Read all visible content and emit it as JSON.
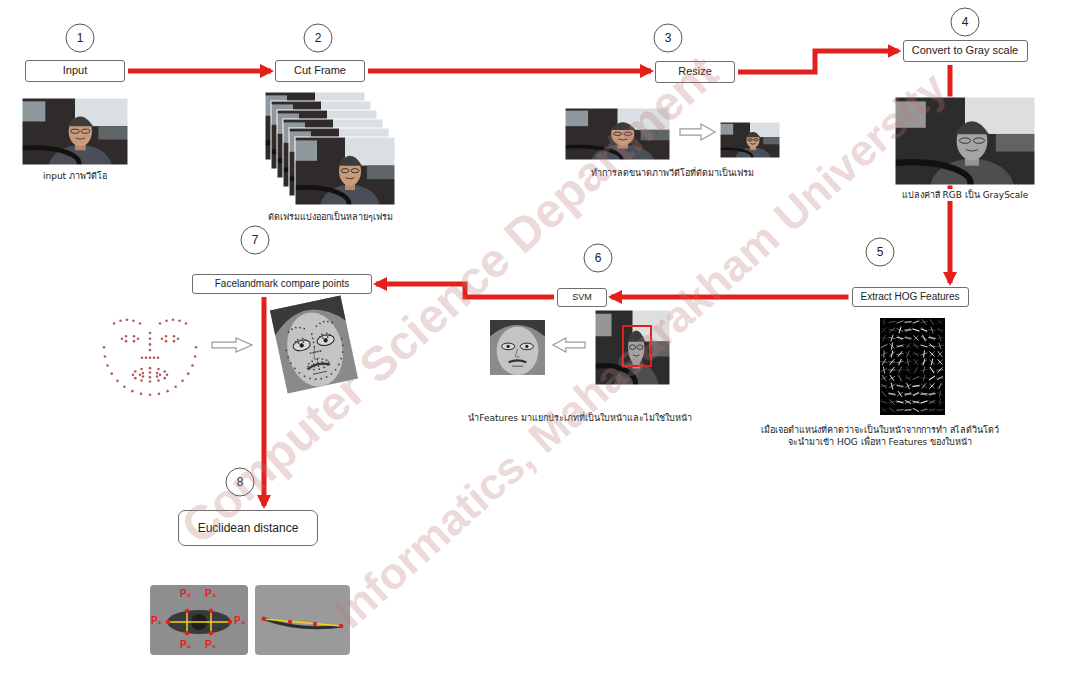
{
  "diagram": {
    "nodes": [
      {
        "text": [
          "1"
        ]
      },
      {
        "text": [
          "Input"
        ]
      },
      {
        "text": [
          "2"
        ]
      },
      {
        "text": [
          "Cut Frame"
        ]
      },
      {
        "text": [
          "3"
        ]
      },
      {
        "text": [
          "Resize"
        ]
      },
      {
        "text": [
          "4"
        ]
      },
      {
        "text": [
          "Convert to Gray scale"
        ]
      },
      {
        "text": [
          "5"
        ]
      },
      {
        "text": [
          "Extract HOG Features"
        ]
      },
      {
        "text": [
          "6"
        ]
      },
      {
        "text": [
          "SVM"
        ]
      },
      {
        "text": [
          "7"
        ]
      },
      {
        "text": [
          "Facelandmark compare points"
        ]
      },
      {
        "text": [
          "8"
        ]
      },
      {
        "text": [
          "Euclidean distance"
        ]
      }
    ],
    "edges": [
      {
        "from": 1,
        "to": 3,
        "arrow": "to"
      },
      {
        "from": 3,
        "to": 5,
        "arrow": "to"
      },
      {
        "from": 5,
        "to": 7,
        "arrow": "to"
      },
      {
        "from": 7,
        "to": 9,
        "arrow": "to"
      },
      {
        "from": 9,
        "to": 11,
        "arrow": "to"
      },
      {
        "from": 11,
        "to": 13,
        "arrow": "to"
      },
      {
        "from": 13,
        "to": 15,
        "arrow": "to"
      }
    ],
    "labels": [
      "input ภาพวีดีโอ",
      "ตัดเฟรมแบ่งออกเป็นหลายๆเฟรม",
      "ทำการลดขนาดภาพวีดีโอที่ตัดมาเป็นเฟรม",
      "แปลงค่าสี RGB เป็น GrayScale",
      "เมื่อเจอตำแหน่งที่คาดว่าจะเป็นใบหน้าจากการทำ สไลด์วินโดว์จะนำมาเข้า HOG เพื่อหา Features ของใบหน้า",
      "นำFeatures มาแยกประเภทที่เป็นใบหน้าและไม่ใช่ใบหน้า",
      "P₁",
      "P₂",
      "P₃",
      "P₄",
      "P₅",
      "P₆",
      "Computer Science Department",
      "Informatics, Mahasarakham University"
    ]
  }
}
